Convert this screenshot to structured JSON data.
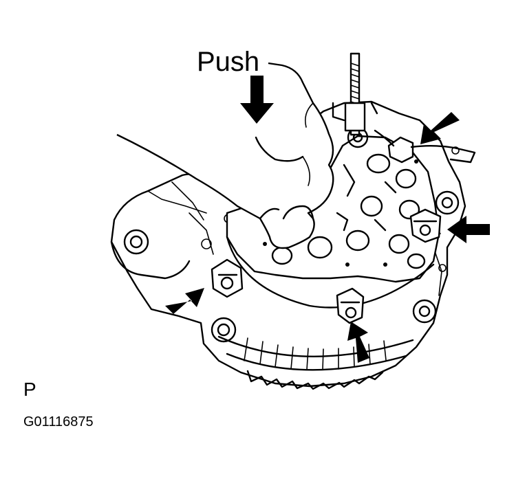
{
  "diagram": {
    "callout": "Push",
    "view_mark": "P",
    "figure_code": "G01116875"
  },
  "colors": {
    "ink": "#000000",
    "paper": "#ffffff"
  },
  "icons": [
    "arrow-icon"
  ]
}
